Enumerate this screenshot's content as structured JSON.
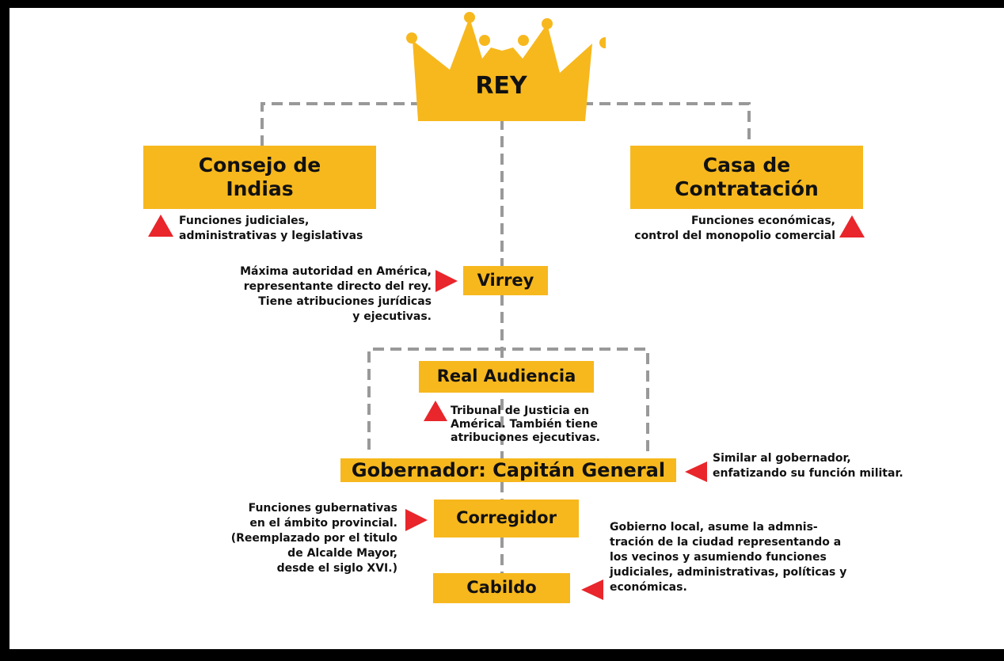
{
  "nodes": {
    "rey": "REY",
    "consejo_line1": "Consejo de",
    "consejo_line2": "Indias",
    "casa_line1": "Casa de",
    "casa_line2": "Contratación",
    "virrey": "Virrey",
    "real_audiencia": "Real Audiencia",
    "gobernador": "Gobernador: Capitán General",
    "corregidor": "Corregidor",
    "cabildo": "Cabildo"
  },
  "notes": {
    "consejo": "Funciones judiciales,\nadministrativas y legislativas",
    "casa": "Funciones económicas,\ncontrol del monopolio comercial",
    "virrey": "Máxima autoridad en América,\nrepresentante directo del rey.\nTiene atribuciones jurídicas\ny ejecutivas.",
    "audiencia": "Tribunal de Justicia en\nAmérica. También tiene\natribuciones ejecutivas.",
    "gobernador": "Similar al gobernador,\nenfatizando su función militar.",
    "corregidor": "Funciones gubernativas\nen el ámbito provincial.\n(Reemplazado por el titulo\nde Alcalde Mayor,\ndesde el siglo XVI.)",
    "cabildo": "Gobierno local, asume la admnis-\ntración de la ciudad representando a\nlos vecinos y asumiendo funciones\njudiciales, administrativas, políticas y\neconómicas."
  },
  "icons": {
    "crown": "crown-icon",
    "marker": "red-triangle-icon"
  },
  "colors": {
    "box_fill": "#F7B81E",
    "crown_fill": "#F7B81E",
    "connector": "#999999",
    "marker": "#E8262B",
    "frame": "#000000"
  }
}
